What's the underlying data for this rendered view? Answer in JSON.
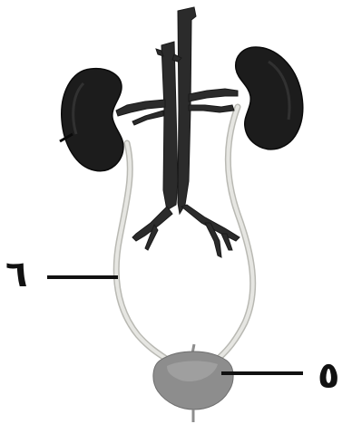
{
  "diagram": {
    "labels": [
      {
        "id": "label-6",
        "text": "٦"
      },
      {
        "id": "label-5",
        "text": "٥"
      }
    ],
    "colors": {
      "kidney": "#1c1c1c",
      "kidney_highlight": "#3a3a3a",
      "vessels": "#2b2b2b",
      "ureter": "#e6e6e2",
      "ureter_outline": "#b9b9b3",
      "bladder": "#8d8d8d",
      "bladder_highlight": "#a7a7a7",
      "leader_line": "#111111"
    },
    "icons": [
      "left-kidney-icon",
      "right-kidney-icon",
      "bladder-icon"
    ]
  }
}
